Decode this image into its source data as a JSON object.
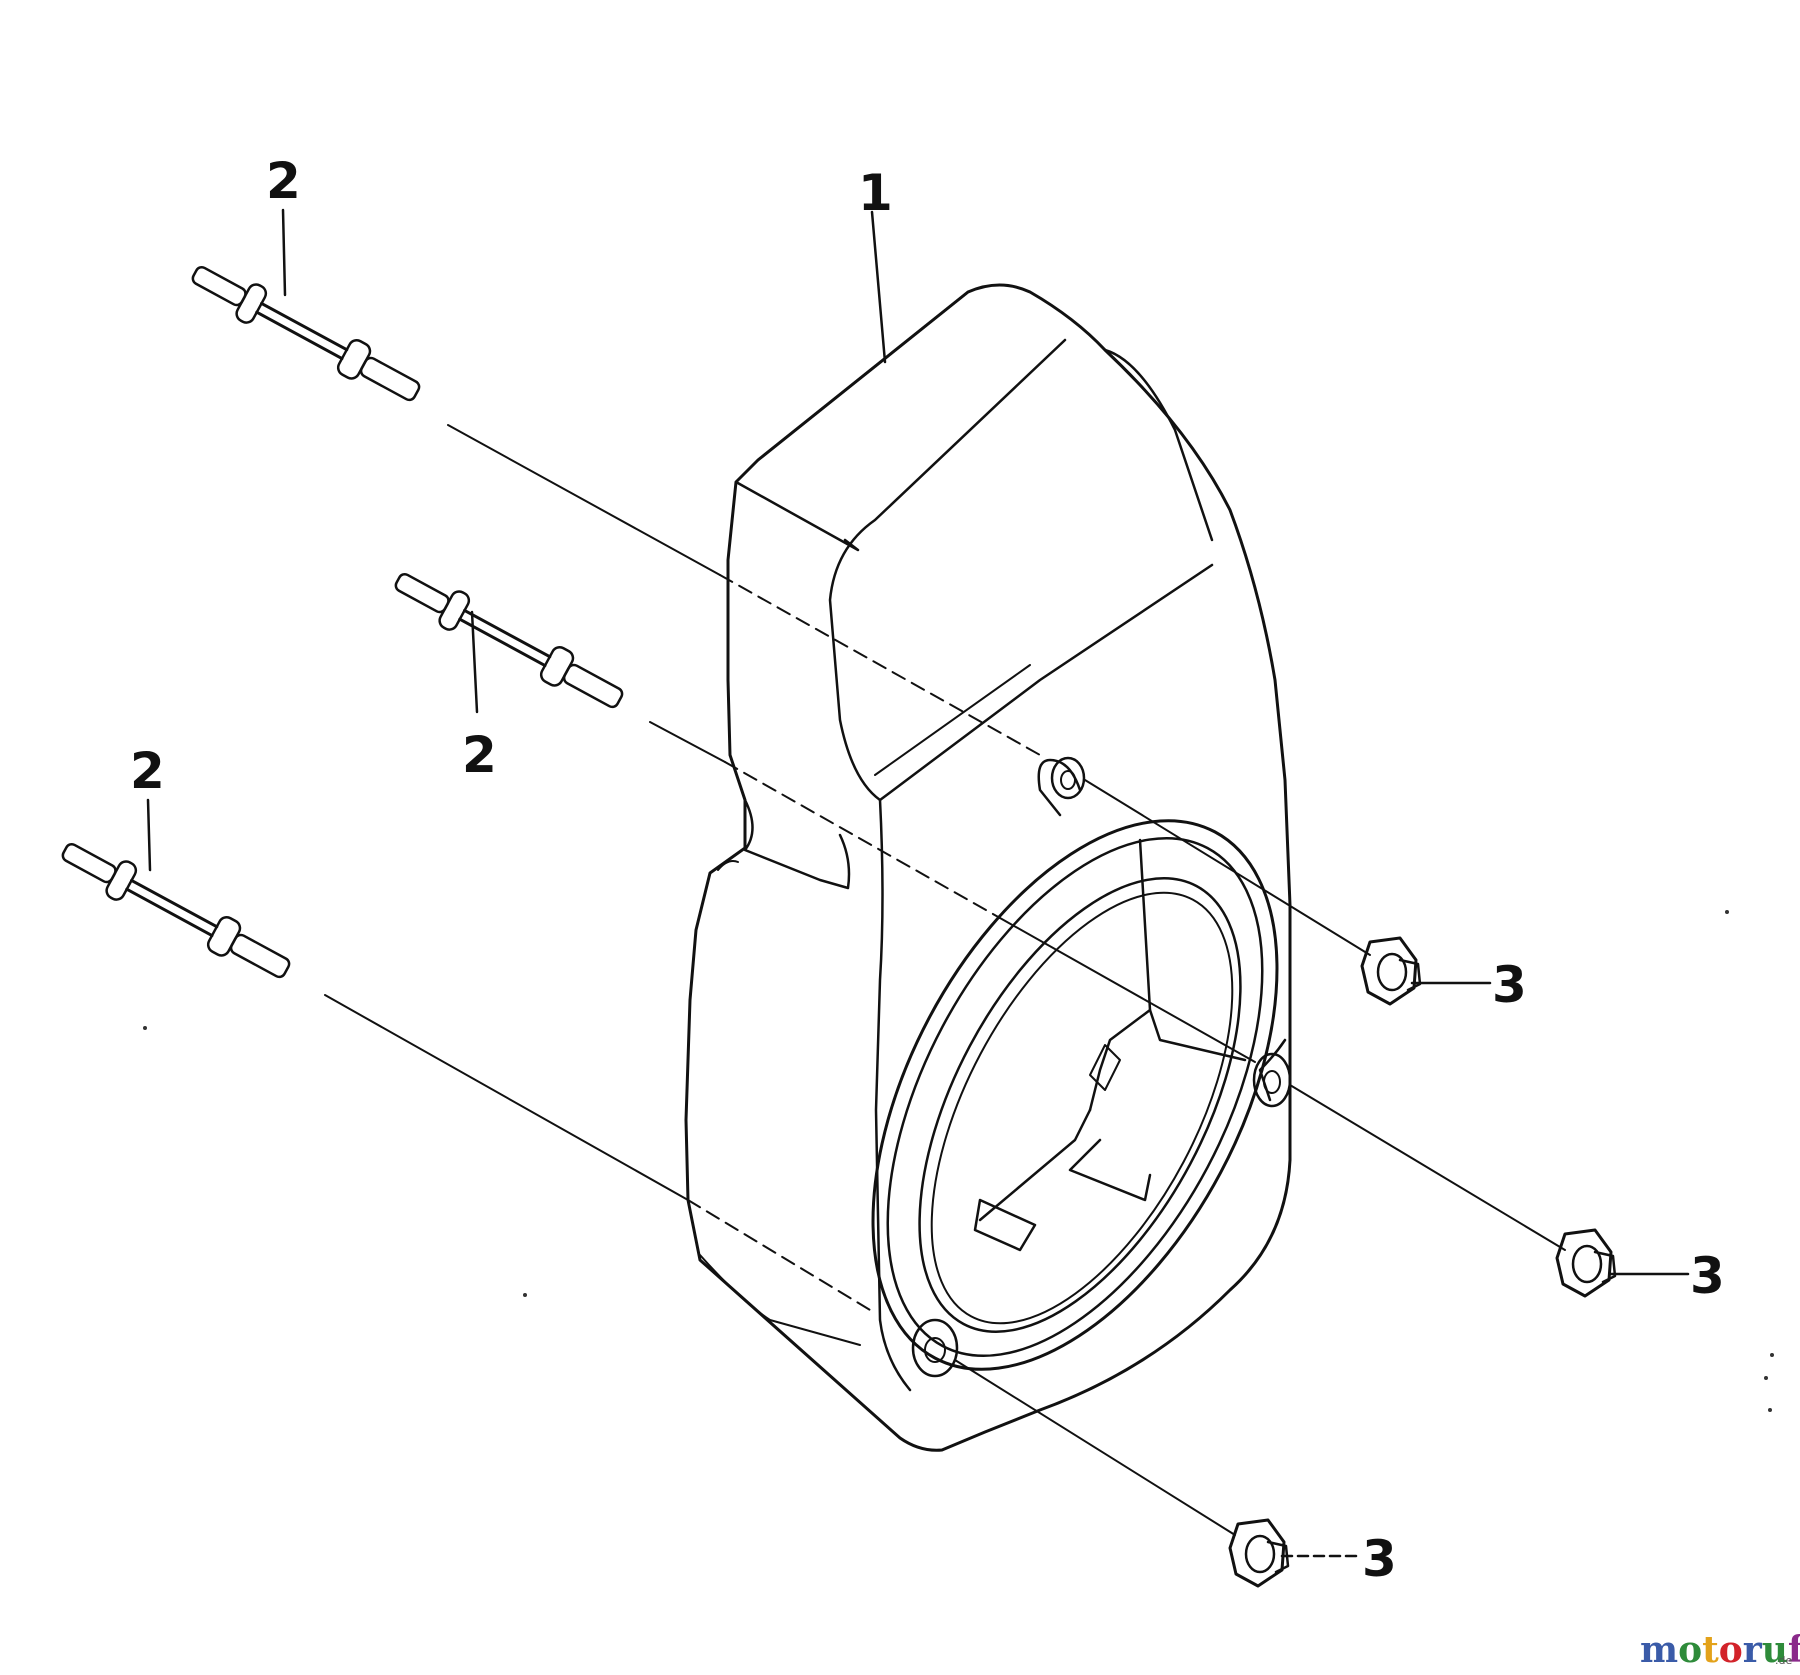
{
  "diagram": {
    "callouts": {
      "housing": "1",
      "stud_top": "2",
      "stud_middle": "2",
      "stud_bottom": "2",
      "nut_upper": "3",
      "nut_middle": "3",
      "nut_lower": "3"
    },
    "watermark": {
      "text": "motoruf",
      "suffix": ".de",
      "letters": [
        "m",
        "o",
        "t",
        "o",
        "r",
        "u",
        "f"
      ],
      "letter_colors": [
        "#3a5ba8",
        "#2e8b3a",
        "#e3a21a",
        "#d2232a",
        "#3a5ba8",
        "#2e8b3a",
        "#8a2a8a"
      ]
    }
  }
}
